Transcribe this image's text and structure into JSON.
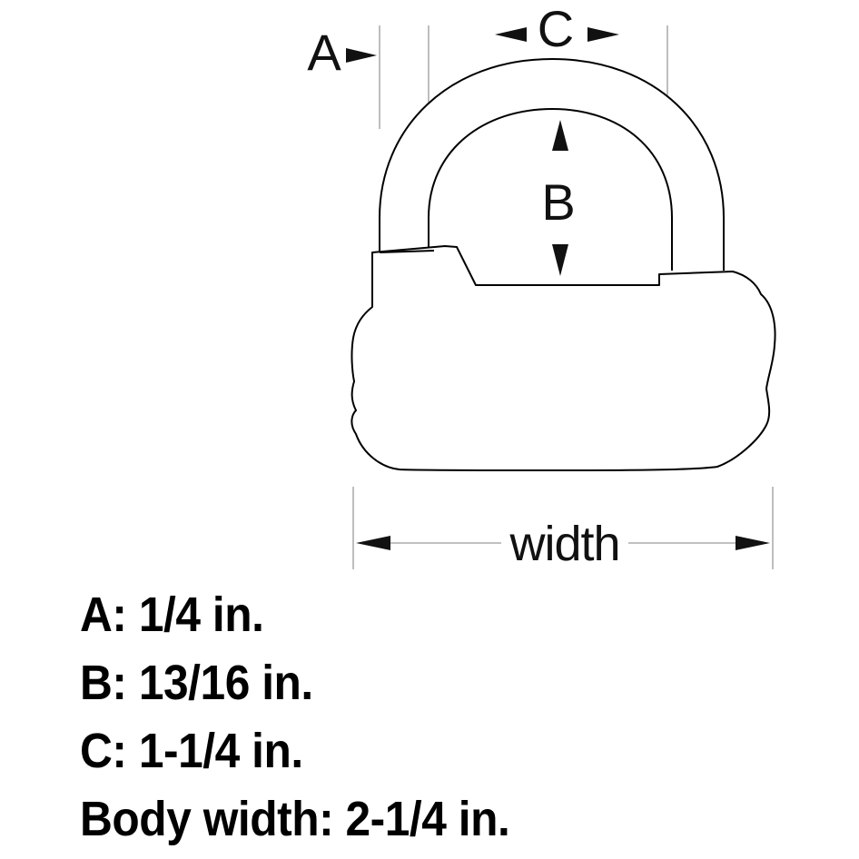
{
  "diagram": {
    "dimension_labels": {
      "a": "A",
      "b": "B",
      "c": "C",
      "width": "width"
    },
    "colors": {
      "line": "#000000",
      "guide": "#9a9a9a",
      "arrow": "#111111"
    }
  },
  "specs": [
    {
      "text": "A: 1/4 in."
    },
    {
      "text": "B: 13/16 in."
    },
    {
      "text": "C: 1-1/4 in."
    },
    {
      "text": "Body width: 2-1/4 in."
    }
  ]
}
